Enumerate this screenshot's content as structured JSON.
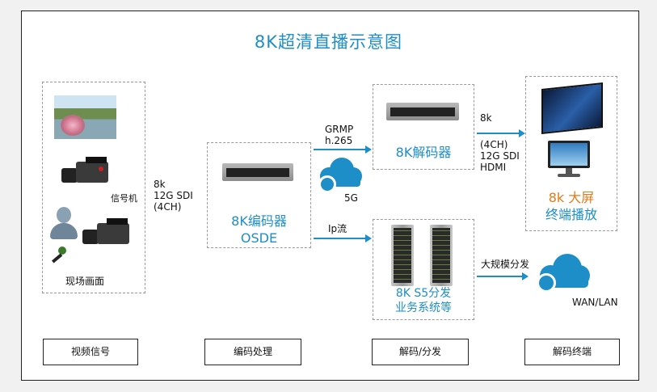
{
  "title": "8K超清直播示意图",
  "source": {
    "signal_generator_label": "信号机",
    "site_label": "现场画面"
  },
  "link1": {
    "line1": "8k",
    "line2": "12G SDI",
    "line3": "(4CH)"
  },
  "encoder": {
    "line1": "8K编码器",
    "line2": "OSDE"
  },
  "link2": {
    "line1": "GRMP",
    "line2": "h.265"
  },
  "cloud_5g_label": "5G",
  "link_ip": "Ip流",
  "decoder_label": "8K解码器",
  "link3": {
    "line1": "8k",
    "line2": "(4CH)",
    "line3": "12G SDI",
    "line4": "HDMI"
  },
  "display": {
    "line1": "8k 大屏",
    "line2": "终端播放"
  },
  "s5": {
    "line1": "8K S5分发",
    "line2": "业务系统等"
  },
  "link_dist": "大规模分发",
  "wan_label": "WAN/LAN",
  "bottom_labels": {
    "video_signal": "视频信号",
    "encoding": "编码处理",
    "decode_distribute": "解码/分发",
    "decode_terminal": "解码终端"
  },
  "colors": {
    "accent": "#1d8ec7",
    "orange": "#e07b1a"
  }
}
